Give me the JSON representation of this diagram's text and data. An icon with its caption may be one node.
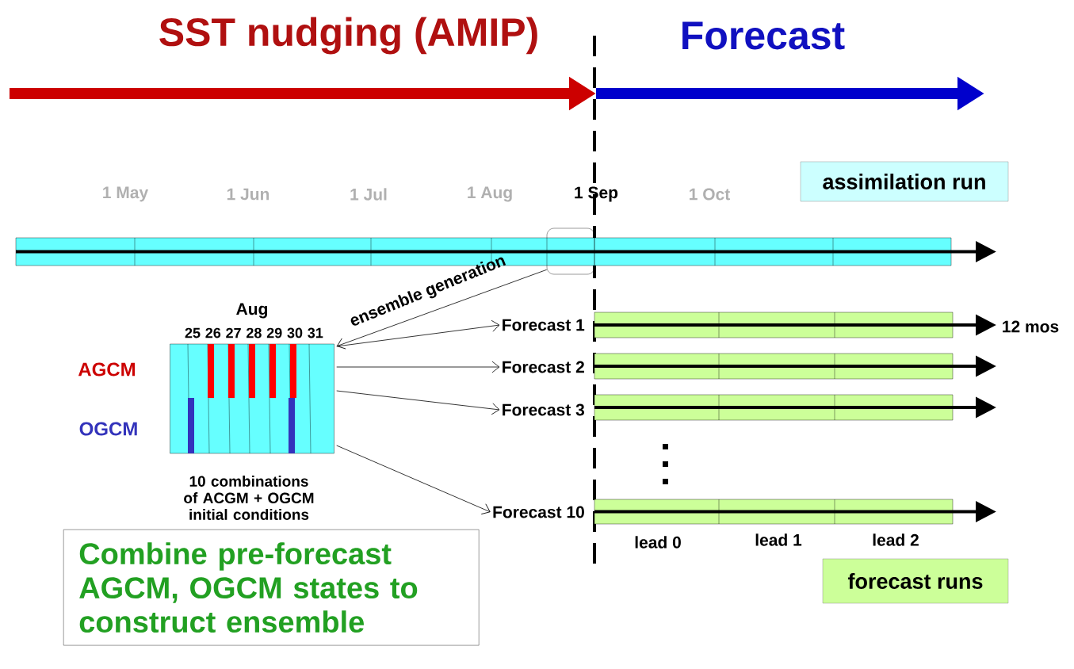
{
  "diagram": {
    "nodes": [
      {
        "text": [
          "assimilation run"
        ]
      },
      {
        "text": [
          "forecast runs"
        ]
      },
      {
        "text": [],
        "shape": "box"
      },
      {
        "text": [],
        "shape": "box",
        "beside": [
          "Aug"
        ]
      },
      {
        "text": [
          "Forecast 1"
        ]
      },
      {
        "text": [
          "Forecast 2"
        ]
      },
      {
        "text": [
          "Forecast 3"
        ]
      },
      {
        "text": [
          "Forecast 10"
        ]
      },
      {
        "text": [
          "Combine pre-forecast AGCM, OGCM states to construct ensemble"
        ]
      }
    ],
    "edges": [
      {
        "from": 2,
        "to": 3,
        "arrow": "to",
        "label": "ensemble generation"
      },
      {
        "from": 3,
        "to": 4,
        "arrow": "to"
      },
      {
        "from": 3,
        "to": 5,
        "arrow": "to"
      },
      {
        "from": 3,
        "to": 6,
        "arrow": "to"
      },
      {
        "from": 3,
        "to": 7,
        "arrow": "to"
      }
    ],
    "labels": [
      "SST nudging (AMIP)",
      "Forecast",
      "1 May",
      "1 Jun",
      "1 Jul",
      "1 Aug",
      "1 Sep",
      "1 Oct",
      "25",
      "26",
      "27",
      "28",
      "29",
      "30",
      "31",
      "AGCM",
      "OGCM",
      "12 mos",
      "lead 0",
      "lead 1",
      "lead 2",
      "10 combinations of ACGM + OGCM initial conditions"
    ]
  }
}
